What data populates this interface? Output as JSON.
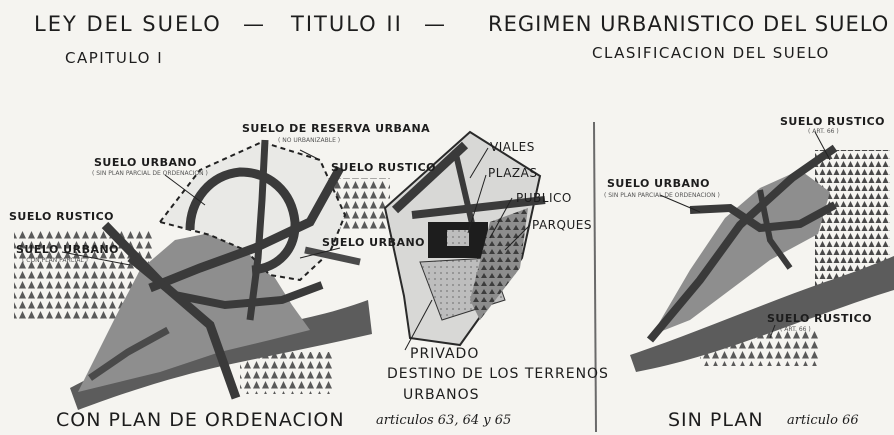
{
  "header": {
    "title_law": "LEY DEL SUELO",
    "dash": "—",
    "title_titulo": "TITULO II",
    "title_regimen": "REGIMEN URBANISTICO DEL SUELO",
    "chapter": "CAPITULO I",
    "classification": "CLASIFICACION DEL SUELO"
  },
  "left_map": {
    "reserva": "SUELO DE RESERVA URBANA",
    "reserva_sub": "( NO URBANIZABLE )",
    "urbano_top": "SUELO URBANO",
    "urbano_top_sub": "( SIN PLAN PARCIAL DE ORDENACION )",
    "rustico_top": "SUELO RUSTICO",
    "rustico_left": "SUELO RUSTICO",
    "urbano_bottom": "SUELO URBANO",
    "urbano_bottom_sub": "( CON PLAN PARCIAL )",
    "urbano_right": "SUELO URBANO",
    "caption": "CON PLAN DE ORDENACION",
    "note": "articulos 63, 64 y 65"
  },
  "legend": {
    "viales": "VIALES",
    "plazas": "PLAZAS",
    "publico": "PUBLICO",
    "parques": "PARQUES",
    "privado": "PRIVADO",
    "destino_1": "DESTINO DE LOS TERRENOS",
    "destino_2": "URBANOS"
  },
  "right_map": {
    "rustico_top": "SUELO RUSTICO",
    "rustico_top_sub": "( ART. 66 )",
    "urbano": "SUELO URBANO",
    "urbano_sub": "( SIN PLAN PARCIAL DE ORDENACION )",
    "rustico_bottom": "SUELO RUSTICO",
    "rustico_bottom_sub": "( ART. 66 )",
    "caption": "SIN PLAN",
    "note": "articulo 66"
  }
}
